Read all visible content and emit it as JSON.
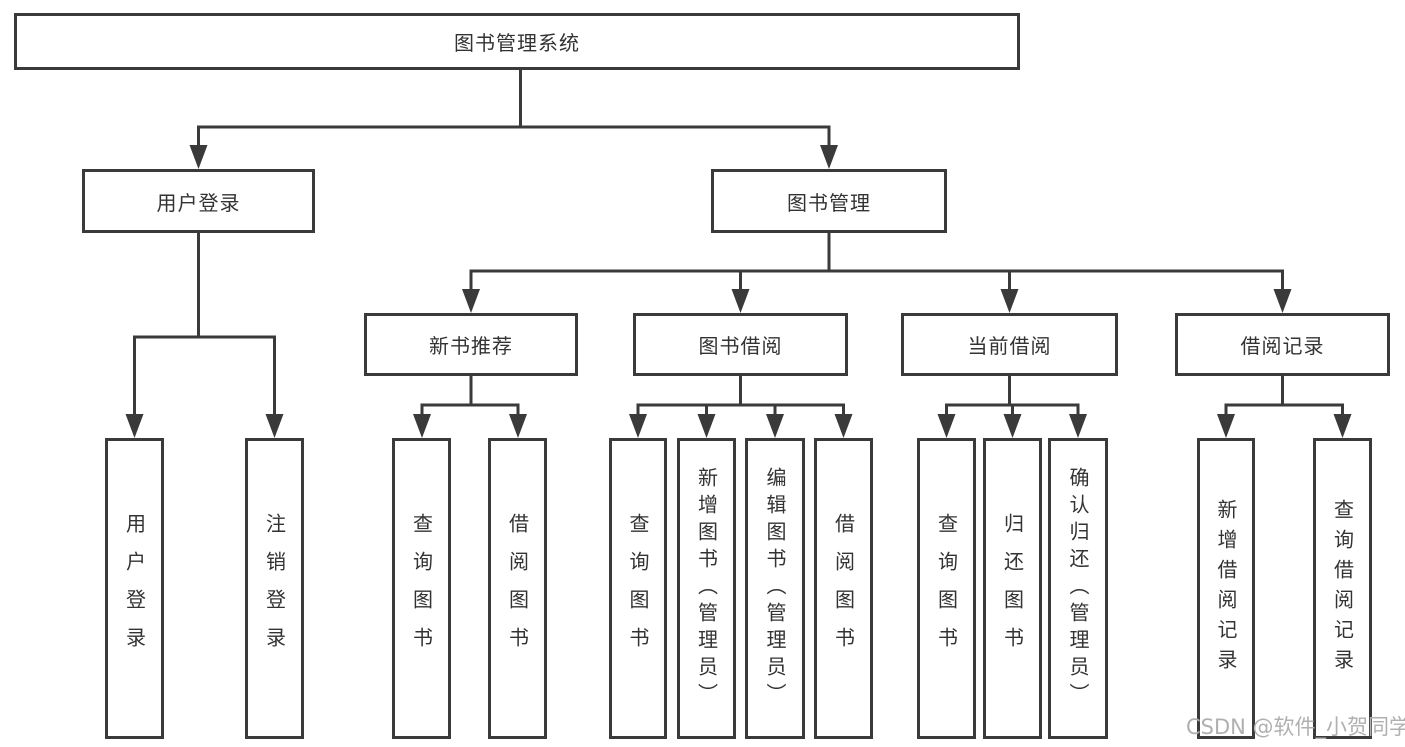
{
  "colors": {
    "line": "#3a3a3a",
    "text": "#333333",
    "background": "#ffffff",
    "watermark": "#b0b0b0"
  },
  "watermark": {
    "text": "CSDN @软件_小贺同学"
  },
  "tree": {
    "label": "图书管理系统",
    "children": [
      {
        "label": "用户登录",
        "children": [
          {
            "label": "用户登录"
          },
          {
            "label": "注销登录"
          }
        ]
      },
      {
        "label": "图书管理",
        "children": [
          {
            "label": "新书推荐",
            "children": [
              {
                "label": "查询图书"
              },
              {
                "label": "借阅图书"
              }
            ]
          },
          {
            "label": "图书借阅",
            "children": [
              {
                "label": "查询图书"
              },
              {
                "label": "新增图书（管理员）"
              },
              {
                "label": "编辑图书（管理员）"
              },
              {
                "label": "借阅图书"
              }
            ]
          },
          {
            "label": "当前借阅",
            "children": [
              {
                "label": "查询图书"
              },
              {
                "label": "归还图书"
              },
              {
                "label": "确认归还（管理员）"
              }
            ]
          },
          {
            "label": "借阅记录",
            "children": [
              {
                "label": "新增借阅记录"
              },
              {
                "label": "查询借阅记录"
              }
            ]
          }
        ]
      }
    ]
  }
}
